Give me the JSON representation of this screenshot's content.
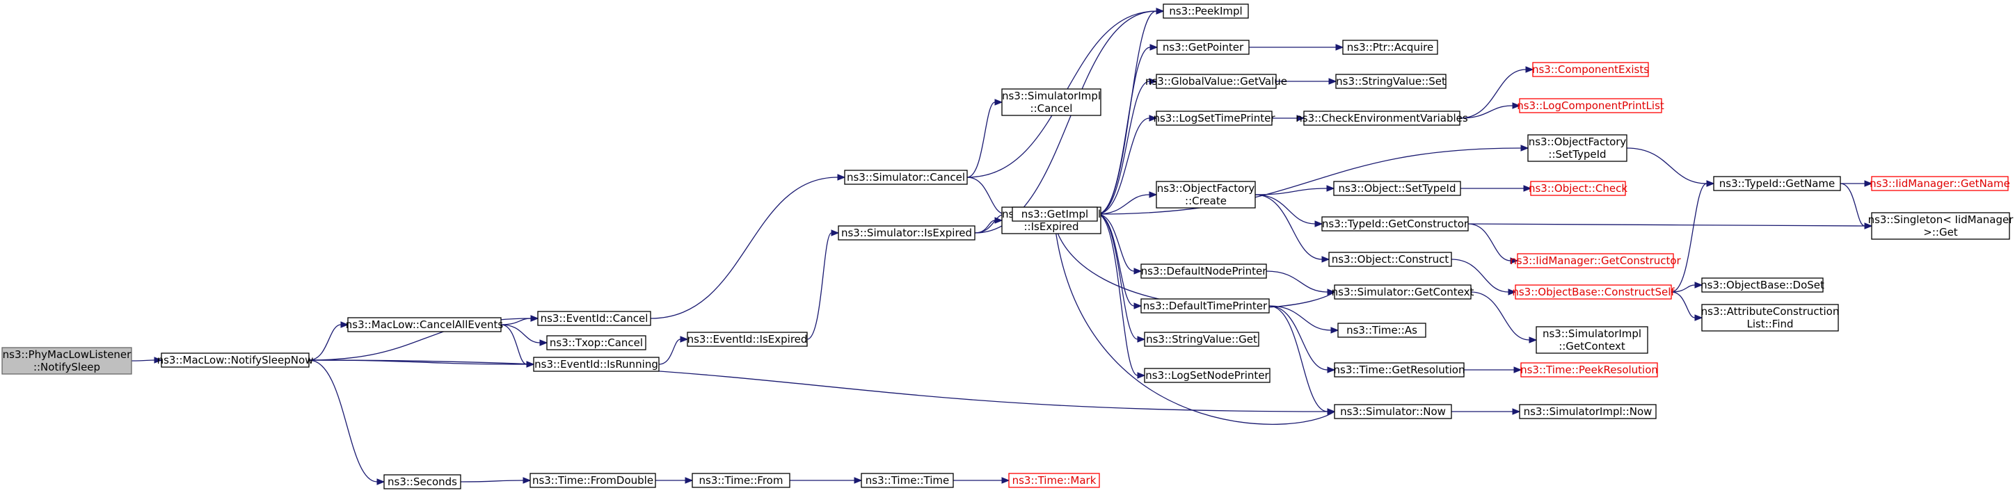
{
  "graph": {
    "nodes": [
      {
        "id": "n_root",
        "lines": [
          "ns3::PhyMacLowListener",
          "::NotifySleep"
        ],
        "kind": "root"
      },
      {
        "id": "n_notifysleepnow",
        "lines": [
          "ns3::MacLow::NotifySleepNow"
        ],
        "kind": "normal"
      },
      {
        "id": "n_cancelallevents",
        "lines": [
          "ns3::MacLow::CancelAllEvents"
        ],
        "kind": "normal"
      },
      {
        "id": "n_eventid_cancel",
        "lines": [
          "ns3::EventId::Cancel"
        ],
        "kind": "normal"
      },
      {
        "id": "n_txop_cancel",
        "lines": [
          "ns3::Txop::Cancel"
        ],
        "kind": "normal"
      },
      {
        "id": "n_eventid_isrunning",
        "lines": [
          "ns3::EventId::IsRunning"
        ],
        "kind": "normal"
      },
      {
        "id": "n_eventid_isexpired",
        "lines": [
          "ns3::EventId::IsExpired"
        ],
        "kind": "normal"
      },
      {
        "id": "n_sim_cancel",
        "lines": [
          "ns3::Simulator::Cancel"
        ],
        "kind": "normal"
      },
      {
        "id": "n_sim_isexpired",
        "lines": [
          "ns3::Simulator::IsExpired"
        ],
        "kind": "normal"
      },
      {
        "id": "n_simimpl_cancel",
        "lines": [
          "ns3::SimulatorImpl",
          "::Cancel"
        ],
        "kind": "normal"
      },
      {
        "id": "n_simimpl_isexpired",
        "lines": [
          "ns3::SimulatorImpl",
          "::IsExpired"
        ],
        "kind": "normal"
      },
      {
        "id": "n_getimpl",
        "lines": [
          "ns3::GetImpl"
        ],
        "kind": "normal"
      },
      {
        "id": "n_peekimpl",
        "lines": [
          "ns3::PeekImpl"
        ],
        "kind": "normal"
      },
      {
        "id": "n_getpointer",
        "lines": [
          "ns3::GetPointer"
        ],
        "kind": "normal"
      },
      {
        "id": "n_ptr_acquire",
        "lines": [
          "ns3::Ptr::Acquire"
        ],
        "kind": "normal"
      },
      {
        "id": "n_gv_getvalue",
        "lines": [
          "ns3::GlobalValue::GetValue"
        ],
        "kind": "normal"
      },
      {
        "id": "n_stringvalue_set",
        "lines": [
          "ns3::StringValue::Set"
        ],
        "kind": "normal"
      },
      {
        "id": "n_logsettimeprinter",
        "lines": [
          "ns3::LogSetTimePrinter"
        ],
        "kind": "normal"
      },
      {
        "id": "n_checkenv",
        "lines": [
          "ns3::CheckEnvironmentVariables"
        ],
        "kind": "normal"
      },
      {
        "id": "n_componentexists",
        "lines": [
          "ns3::ComponentExists"
        ],
        "kind": "truncated"
      },
      {
        "id": "n_logcomponentprintlist",
        "lines": [
          "ns3::LogComponentPrintList"
        ],
        "kind": "truncated"
      },
      {
        "id": "n_of_settypeid",
        "lines": [
          "ns3::ObjectFactory",
          "::SetTypeId"
        ],
        "kind": "normal"
      },
      {
        "id": "n_of_create",
        "lines": [
          "ns3::ObjectFactory",
          "::Create"
        ],
        "kind": "normal"
      },
      {
        "id": "n_object_settypeid",
        "lines": [
          "ns3::Object::SetTypeId"
        ],
        "kind": "normal"
      },
      {
        "id": "n_object_check",
        "lines": [
          "ns3::Object::Check"
        ],
        "kind": "truncated"
      },
      {
        "id": "n_typeid_getconstructor",
        "lines": [
          "ns3::TypeId::GetConstructor"
        ],
        "kind": "normal"
      },
      {
        "id": "n_iidmanager_getconstructor",
        "lines": [
          "ns3::IidManager::GetConstructor"
        ],
        "kind": "truncated"
      },
      {
        "id": "n_object_construct",
        "lines": [
          "ns3::Object::Construct"
        ],
        "kind": "normal"
      },
      {
        "id": "n_objectbase_constructself",
        "lines": [
          "ns3::ObjectBase::ConstructSelf"
        ],
        "kind": "truncated"
      },
      {
        "id": "n_typeid_getname",
        "lines": [
          "ns3::TypeId::GetName"
        ],
        "kind": "normal"
      },
      {
        "id": "n_iidmanager_getname",
        "lines": [
          "ns3::IidManager::GetName"
        ],
        "kind": "truncated"
      },
      {
        "id": "n_singleton_get",
        "lines": [
          "ns3::Singleton< IidManager",
          " >::Get"
        ],
        "kind": "normal"
      },
      {
        "id": "n_objectbase_doset",
        "lines": [
          "ns3::ObjectBase::DoSet"
        ],
        "kind": "normal"
      },
      {
        "id": "n_attrconstructionlist_find",
        "lines": [
          "ns3::AttributeConstruction",
          "List::Find"
        ],
        "kind": "normal"
      },
      {
        "id": "n_defaultnodeprinter",
        "lines": [
          "ns3::DefaultNodePrinter"
        ],
        "kind": "normal"
      },
      {
        "id": "n_defaulttimeprinter",
        "lines": [
          "ns3::DefaultTimePrinter"
        ],
        "kind": "normal"
      },
      {
        "id": "n_sim_getcontext",
        "lines": [
          "ns3::Simulator::GetContext"
        ],
        "kind": "normal"
      },
      {
        "id": "n_simimpl_getcontext",
        "lines": [
          "ns3::SimulatorImpl",
          "::GetContext"
        ],
        "kind": "normal"
      },
      {
        "id": "n_stringvalue_get",
        "lines": [
          "ns3::StringValue::Get"
        ],
        "kind": "normal"
      },
      {
        "id": "n_logsetnodeprinter",
        "lines": [
          "ns3::LogSetNodePrinter"
        ],
        "kind": "normal"
      },
      {
        "id": "n_time_as",
        "lines": [
          "ns3::Time::As"
        ],
        "kind": "normal"
      },
      {
        "id": "n_time_getresolution",
        "lines": [
          "ns3::Time::GetResolution"
        ],
        "kind": "normal"
      },
      {
        "id": "n_time_peekresolution",
        "lines": [
          "ns3::Time::PeekResolution"
        ],
        "kind": "truncated"
      },
      {
        "id": "n_sim_now",
        "lines": [
          "ns3::Simulator::Now"
        ],
        "kind": "normal"
      },
      {
        "id": "n_simimpl_now",
        "lines": [
          "ns3::SimulatorImpl::Now"
        ],
        "kind": "normal"
      },
      {
        "id": "n_seconds",
        "lines": [
          "ns3::Seconds"
        ],
        "kind": "normal"
      },
      {
        "id": "n_time_fromdouble",
        "lines": [
          "ns3::Time::FromDouble"
        ],
        "kind": "normal"
      },
      {
        "id": "n_time_from",
        "lines": [
          "ns3::Time::From"
        ],
        "kind": "normal"
      },
      {
        "id": "n_time_time",
        "lines": [
          "ns3::Time::Time"
        ],
        "kind": "normal"
      },
      {
        "id": "n_time_mark",
        "lines": [
          "ns3::Time::Mark"
        ],
        "kind": "truncated"
      }
    ],
    "edges": [
      {
        "from": "n_root",
        "to": "n_notifysleepnow"
      },
      {
        "from": "n_notifysleepnow",
        "to": "n_eventid_cancel"
      },
      {
        "from": "n_notifysleepnow",
        "to": "n_cancelallevents"
      },
      {
        "from": "n_notifysleepnow",
        "to": "n_eventid_isrunning"
      },
      {
        "from": "n_notifysleepnow",
        "to": "n_sim_now"
      },
      {
        "from": "n_notifysleepnow",
        "to": "n_seconds"
      },
      {
        "from": "n_cancelallevents",
        "to": "n_eventid_cancel"
      },
      {
        "from": "n_cancelallevents",
        "to": "n_txop_cancel"
      },
      {
        "from": "n_cancelallevents",
        "to": "n_eventid_isrunning"
      },
      {
        "from": "n_eventid_cancel",
        "to": "n_sim_cancel"
      },
      {
        "from": "n_eventid_isrunning",
        "to": "n_eventid_isexpired"
      },
      {
        "from": "n_eventid_isexpired",
        "to": "n_sim_isexpired"
      },
      {
        "from": "n_sim_cancel",
        "to": "n_simimpl_cancel"
      },
      {
        "from": "n_sim_cancel",
        "to": "n_getimpl"
      },
      {
        "from": "n_sim_cancel",
        "to": "n_peekimpl"
      },
      {
        "from": "n_sim_isexpired",
        "to": "n_getimpl"
      },
      {
        "from": "n_sim_isexpired",
        "to": "n_simimpl_isexpired"
      },
      {
        "from": "n_sim_isexpired",
        "to": "n_peekimpl"
      },
      {
        "from": "n_getimpl",
        "to": "n_peekimpl"
      },
      {
        "from": "n_getimpl",
        "to": "n_getpointer"
      },
      {
        "from": "n_getimpl",
        "to": "n_gv_getvalue"
      },
      {
        "from": "n_getimpl",
        "to": "n_logsettimeprinter"
      },
      {
        "from": "n_getimpl",
        "to": "n_of_settypeid"
      },
      {
        "from": "n_getimpl",
        "to": "n_of_create"
      },
      {
        "from": "n_getimpl",
        "to": "n_defaultnodeprinter"
      },
      {
        "from": "n_getimpl",
        "to": "n_defaulttimeprinter"
      },
      {
        "from": "n_getimpl",
        "to": "n_stringvalue_get"
      },
      {
        "from": "n_getimpl",
        "to": "n_logsetnodeprinter"
      },
      {
        "from": "n_getpointer",
        "to": "n_ptr_acquire"
      },
      {
        "from": "n_gv_getvalue",
        "to": "n_stringvalue_set"
      },
      {
        "from": "n_logsettimeprinter",
        "to": "n_checkenv"
      },
      {
        "from": "n_checkenv",
        "to": "n_componentexists"
      },
      {
        "from": "n_checkenv",
        "to": "n_logcomponentprintlist"
      },
      {
        "from": "n_of_settypeid",
        "to": "n_typeid_getname"
      },
      {
        "from": "n_of_create",
        "to": "n_object_settypeid"
      },
      {
        "from": "n_of_create",
        "to": "n_typeid_getconstructor"
      },
      {
        "from": "n_of_create",
        "to": "n_object_construct"
      },
      {
        "from": "n_object_settypeid",
        "to": "n_object_check"
      },
      {
        "from": "n_typeid_getconstructor",
        "to": "n_iidmanager_getconstructor"
      },
      {
        "from": "n_typeid_getconstructor",
        "to": "n_singleton_get"
      },
      {
        "from": "n_object_construct",
        "to": "n_objectbase_constructself"
      },
      {
        "from": "n_objectbase_constructself",
        "to": "n_typeid_getname"
      },
      {
        "from": "n_objectbase_constructself",
        "to": "n_objectbase_doset"
      },
      {
        "from": "n_objectbase_constructself",
        "to": "n_attrconstructionlist_find"
      },
      {
        "from": "n_typeid_getname",
        "to": "n_iidmanager_getname"
      },
      {
        "from": "n_typeid_getname",
        "to": "n_singleton_get"
      },
      {
        "from": "n_defaultnodeprinter",
        "to": "n_sim_getcontext"
      },
      {
        "from": "n_sim_getcontext",
        "to": "n_getimpl"
      },
      {
        "from": "n_sim_getcontext",
        "to": "n_simimpl_getcontext"
      },
      {
        "from": "n_defaulttimeprinter",
        "to": "n_time_as"
      },
      {
        "from": "n_defaulttimeprinter",
        "to": "n_time_getresolution"
      },
      {
        "from": "n_defaulttimeprinter",
        "to": "n_sim_now"
      },
      {
        "from": "n_time_getresolution",
        "to": "n_time_peekresolution"
      },
      {
        "from": "n_sim_now",
        "to": "n_getimpl"
      },
      {
        "from": "n_sim_now",
        "to": "n_simimpl_now"
      },
      {
        "from": "n_seconds",
        "to": "n_time_fromdouble"
      },
      {
        "from": "n_time_fromdouble",
        "to": "n_time_from"
      },
      {
        "from": "n_time_from",
        "to": "n_time_time"
      },
      {
        "from": "n_time_time",
        "to": "n_time_mark"
      }
    ]
  }
}
